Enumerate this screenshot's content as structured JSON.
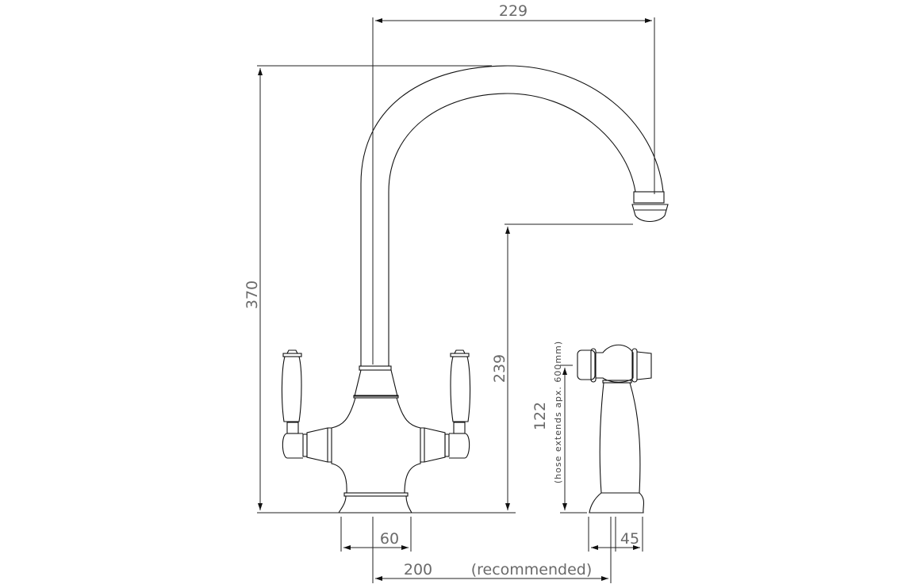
{
  "title": "Mixer tap technical drawing",
  "dimensions": {
    "spout_reach": "229",
    "overall_height": "370",
    "spout_clearance": "239",
    "base_diameter": "60",
    "tap_hole_spacing": "200",
    "tap_hole_spacing_note": "(recommended)",
    "spray_height": "122",
    "spray_hose_note": "(hose extends apx. 600mm)",
    "spray_base_diameter": "45"
  },
  "colors": {
    "line": "#111111",
    "label": "#6a6a6a"
  }
}
